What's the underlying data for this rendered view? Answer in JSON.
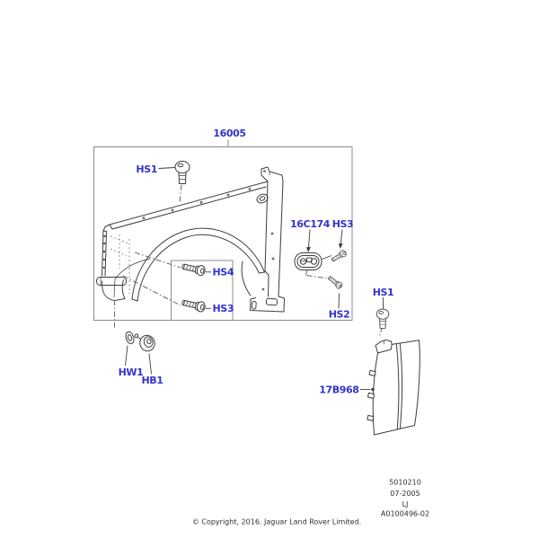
{
  "page": {
    "colors": {
      "label": "#3333cc",
      "line": "#3d3d3d",
      "box": "#8c8c8c",
      "text": "#2f2f2f",
      "background": "#ffffff"
    }
  },
  "diagram": {
    "assembly_callout": "16005",
    "callouts": {
      "hs1_top": "HS1",
      "bracket_16c174": "16C174",
      "hs3_right": "HS3",
      "hs2": "HS2",
      "hs4": "HS4",
      "hs3_left": "HS3",
      "hw1": "HW1",
      "hb1": "HB1",
      "hs1_vent": "HS1",
      "vent_17b968": "17B968"
    },
    "info_block": {
      "catalog_number": "5010210",
      "date": "07-2005",
      "code": "LJ",
      "drawing_number": "A0100496-02"
    },
    "copyright": "© Copyright, 2016. Jaguar Land Rover Limited."
  }
}
